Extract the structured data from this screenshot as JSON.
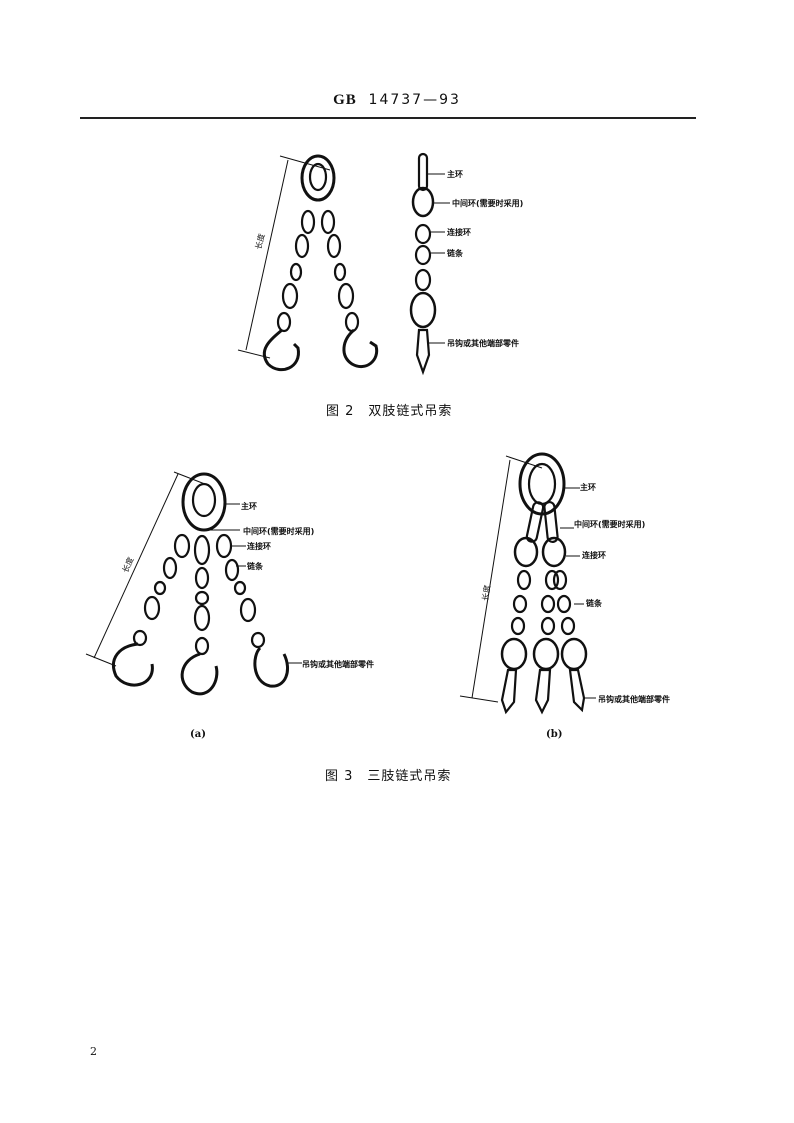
{
  "header": {
    "standard_prefix": "GB",
    "standard_number": "14737—93"
  },
  "figure2": {
    "caption": "图 2　双肢链式吊索",
    "length_label": "长度",
    "labels": {
      "master_link": "主环",
      "intermediate_link": "中间环(需要时采用)",
      "connecting_link": "连接环",
      "chain": "链条",
      "hook": "吊钩或其他端部零件"
    }
  },
  "figure3": {
    "caption": "图 3　三肢链式吊索",
    "sub_a": {
      "label": "(a)",
      "length_label": "长度",
      "labels": {
        "master_link": "主环",
        "intermediate_link": "中间环(需要时采用)",
        "connecting_link": "连接环",
        "chain": "链条",
        "hook": "吊钩或其他端部零件"
      }
    },
    "sub_b": {
      "label": "(b)",
      "length_label": "长度",
      "labels": {
        "master_link": "主环",
        "intermediate_link": "中间环(需要时采用)",
        "connecting_link": "连接环",
        "chain": "链条",
        "hook": "吊钩或其他端部零件"
      }
    }
  },
  "page_number": "2"
}
